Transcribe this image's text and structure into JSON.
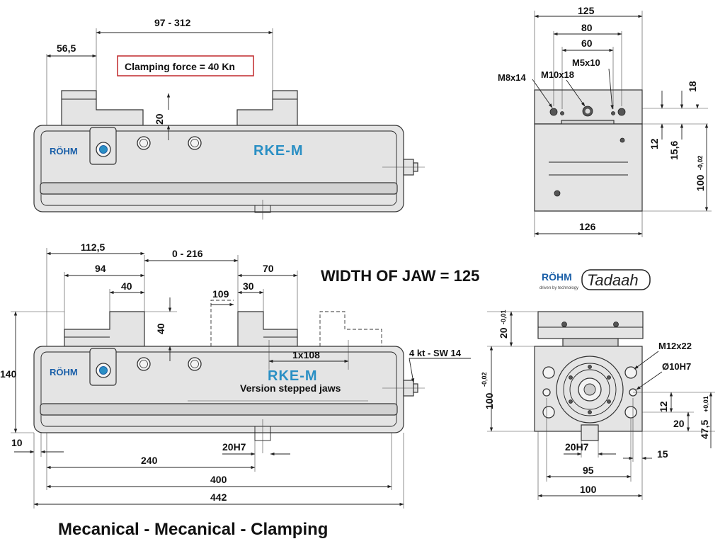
{
  "title": "Mecanical - Mecanical - Clamping",
  "width_of_jaw": "WIDTH  OF JAW = 125",
  "clamping_force": "Clamping force = 40 Kn",
  "brand": {
    "rke": "RKE-M",
    "rohm": "RÖHM",
    "rohm_tagline": "driven by technology",
    "tadaah": "Tadaah",
    "version_note": "Version stepped jaws",
    "blue": "#2a8fc4",
    "red": "#c0282b"
  },
  "top_view": {
    "dim_width_range": "97 - 312",
    "dim_left": "56,5",
    "dim_jaw_height": "20"
  },
  "top_end_view": {
    "dim_width": "125",
    "dim_80": "80",
    "dim_60": "60",
    "m8": "M8x14",
    "m10": "M10x18",
    "m5": "M5x10",
    "dim_18": "18",
    "dim_12": "12",
    "dim_15_6": "15,6",
    "dim_100": "100",
    "dim_100_tol": "-0,02",
    "dim_126": "126"
  },
  "bottom_view": {
    "dim_112_5": "112,5",
    "dim_94": "94",
    "dim_40_top": "40",
    "dim_range": "0 - 216",
    "dim_109": "109",
    "dim_30": "30",
    "dim_70": "70",
    "dim_40_side": "40",
    "dim_140": "140",
    "dim_1x108": "1x108",
    "dim_hex": "4 kt - SW 14",
    "dim_10": "10",
    "dim_20h7": "20H7",
    "dim_240": "240",
    "dim_400": "400",
    "dim_442": "442"
  },
  "bottom_end_view": {
    "dim_20": "20",
    "dim_20_tol": "-0,01",
    "m12": "M12x22",
    "d10": "Ø10H7",
    "dim_100": "100",
    "dim_100_tol": "-0,02",
    "dim_12": "12",
    "dim_20_right": "20",
    "dim_47_5": "47,5",
    "dim_47_5_tol": "+0,01",
    "dim_20h7": "20H7",
    "dim_15": "15",
    "dim_95": "95",
    "dim_100_bottom": "100"
  }
}
